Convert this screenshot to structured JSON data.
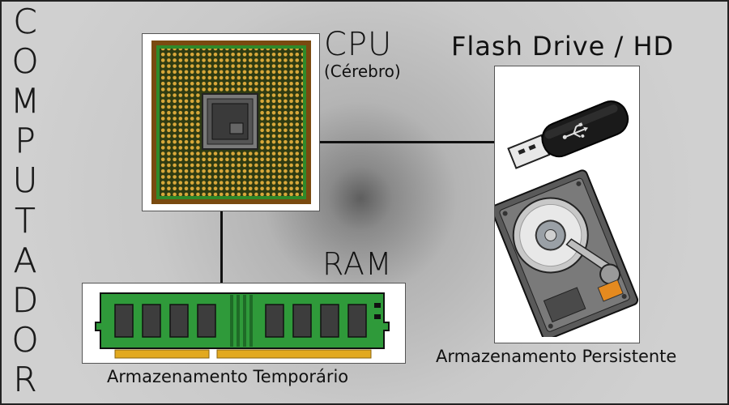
{
  "vertical_title": [
    "C",
    "O",
    "M",
    "P",
    "U",
    "T",
    "A",
    "D",
    "O",
    "R"
  ],
  "cpu": {
    "title": "CPU",
    "subtitle": "(Cérebro)"
  },
  "storage": {
    "title": "Flash Drive / HD",
    "caption": "Armazenamento Persistente"
  },
  "ram": {
    "title": "RAM",
    "caption": "Armazenamento Temporário"
  },
  "icons": [
    "cpu-chip-icon",
    "usb-flash-drive-icon",
    "hard-drive-icon",
    "ram-module-icon"
  ],
  "colors": {
    "background": "#cfcfcf",
    "text": "#111111",
    "cpu_pins": "#d9a83a",
    "cpu_frame": "#7a4a10",
    "ram_board": "#2f9a3a",
    "hdd_body": "#6a6a6a"
  }
}
